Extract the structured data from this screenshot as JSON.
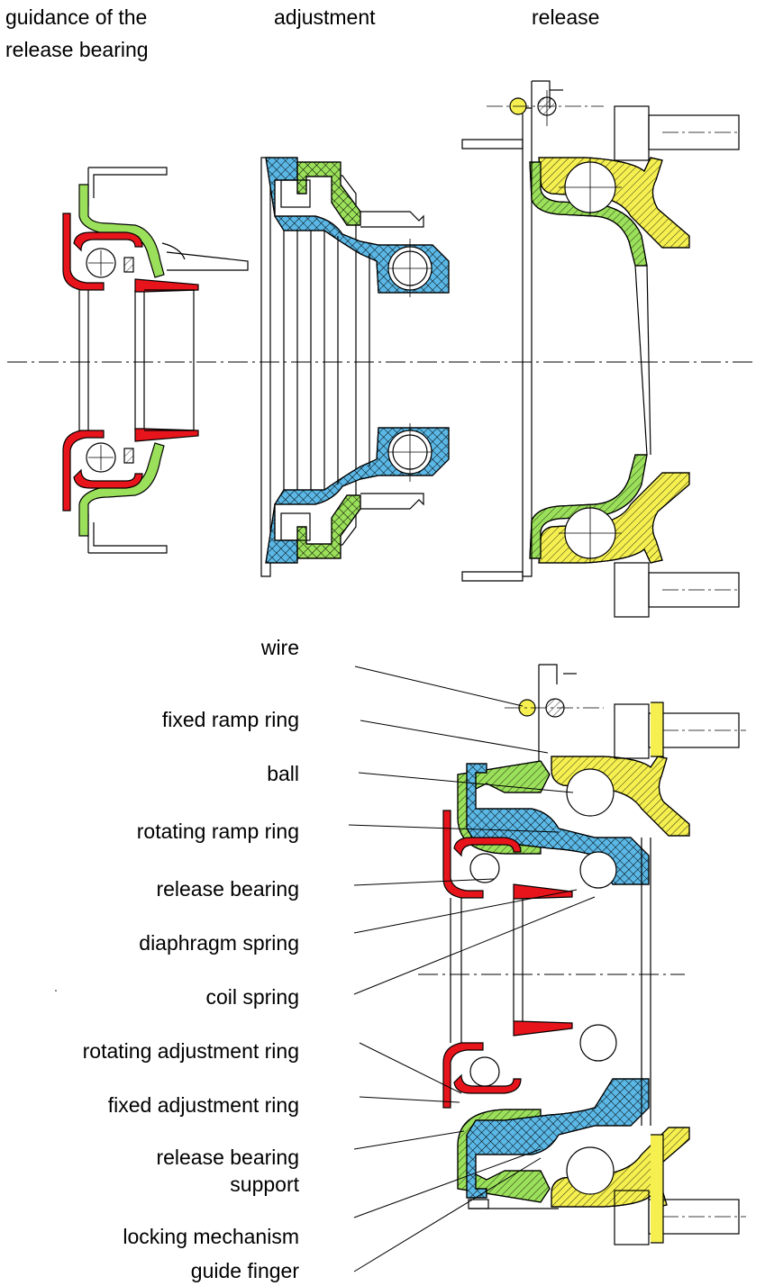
{
  "header": {
    "col1_line1": "guidance of the",
    "col1_line2": "release bearing",
    "col2": "adjustment",
    "col3": "release"
  },
  "callouts": {
    "wire": "wire",
    "fixed_ramp_ring": "fixed ramp ring",
    "ball": "ball",
    "rotating_ramp_ring": "rotating ramp ring",
    "release_bearing": "release bearing",
    "diaphragm_spring": "diaphragm spring",
    "coil_spring": "coil spring",
    "rotating_adjustment_ring": "rotating adjustment ring",
    "fixed_adjustment_ring": "fixed adjustment ring",
    "release_bearing_support_line1": "release bearing",
    "release_bearing_support_line2": "support",
    "locking_mechanism": "locking mechanism",
    "guide_finger": "guide finger"
  },
  "colors": {
    "red": "#e8141b",
    "green": "#9be05a",
    "blue": "#5bb8e6",
    "yellow": "#f5f050",
    "line": "#000000"
  }
}
